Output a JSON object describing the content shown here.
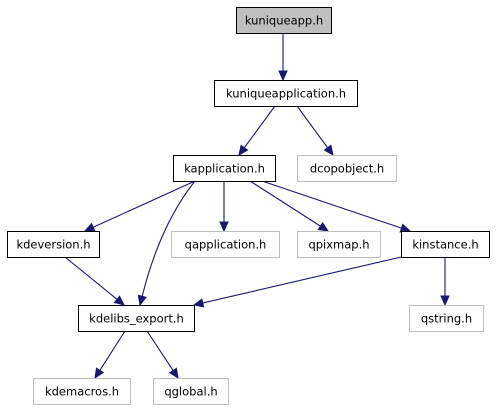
{
  "colors": {
    "edge": "#191970",
    "root_fill": "#bfbfbf",
    "box_fill": "#ffffff",
    "documented_border": "#000000",
    "external_border": "#bfbfbf"
  },
  "nodes": [
    {
      "id": "kuniqueapp",
      "label": "kuniqueapp.h",
      "style": "root"
    },
    {
      "id": "kuniqueapplication",
      "label": "kuniqueapplication.h",
      "style": "documented"
    },
    {
      "id": "kapplication",
      "label": "kapplication.h",
      "style": "documented"
    },
    {
      "id": "dcopobject",
      "label": "dcopobject.h",
      "style": "external"
    },
    {
      "id": "kdeversion",
      "label": "kdeversion.h",
      "style": "documented"
    },
    {
      "id": "qapplication",
      "label": "qapplication.h",
      "style": "external"
    },
    {
      "id": "qpixmap",
      "label": "qpixmap.h",
      "style": "external"
    },
    {
      "id": "kinstance",
      "label": "kinstance.h",
      "style": "documented"
    },
    {
      "id": "kdelibs_export",
      "label": "kdelibs_export.h",
      "style": "documented"
    },
    {
      "id": "qstring",
      "label": "qstring.h",
      "style": "external"
    },
    {
      "id": "kdemacros",
      "label": "kdemacros.h",
      "style": "external"
    },
    {
      "id": "qglobal",
      "label": "qglobal.h",
      "style": "external"
    }
  ],
  "edges": [
    {
      "from": "kuniqueapp",
      "to": "kuniqueapplication"
    },
    {
      "from": "kuniqueapplication",
      "to": "kapplication"
    },
    {
      "from": "kuniqueapplication",
      "to": "dcopobject"
    },
    {
      "from": "kapplication",
      "to": "kdeversion"
    },
    {
      "from": "kapplication",
      "to": "kdelibs_export"
    },
    {
      "from": "kapplication",
      "to": "qapplication"
    },
    {
      "from": "kapplication",
      "to": "qpixmap"
    },
    {
      "from": "kapplication",
      "to": "kinstance"
    },
    {
      "from": "kdeversion",
      "to": "kdelibs_export"
    },
    {
      "from": "kinstance",
      "to": "kdelibs_export"
    },
    {
      "from": "kinstance",
      "to": "qstring"
    },
    {
      "from": "kdelibs_export",
      "to": "kdemacros"
    },
    {
      "from": "kdelibs_export",
      "to": "qglobal"
    }
  ]
}
